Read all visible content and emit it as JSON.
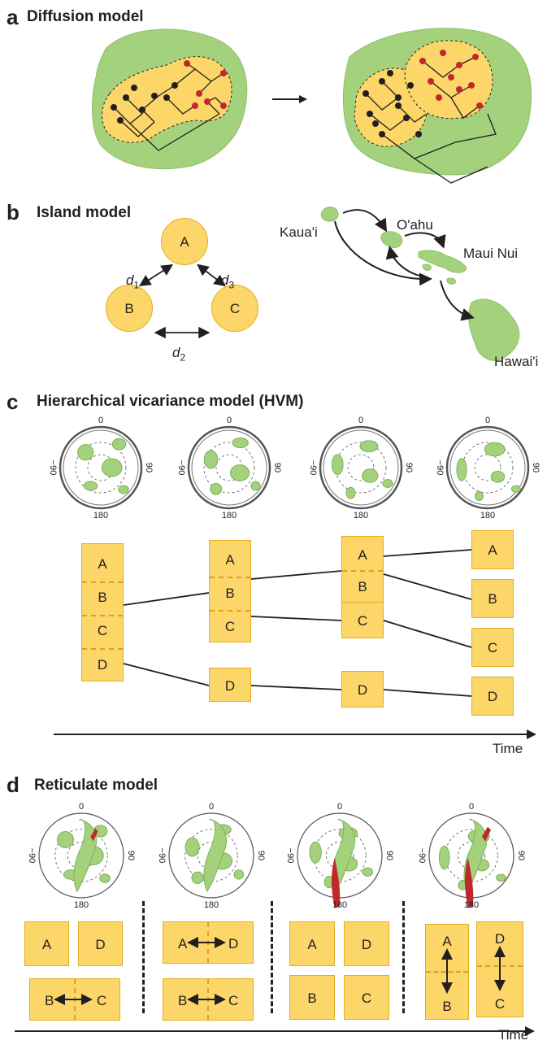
{
  "panel_a": {
    "letter": "a",
    "title": "Diffusion model"
  },
  "panel_b": {
    "letter": "b",
    "title": "Island model",
    "nodes": [
      "A",
      "B",
      "C"
    ],
    "distances": {
      "d1": {
        "base": "d",
        "sub": "1"
      },
      "d2": {
        "base": "d",
        "sub": "2"
      },
      "d3": {
        "base": "d",
        "sub": "3"
      }
    },
    "islands": [
      "Kaua'i",
      "O'ahu",
      "Maui Nui",
      "Hawai'i"
    ]
  },
  "panel_c": {
    "letter": "c",
    "title": "Hierarchical vicariance model (HVM)",
    "globe_labels": {
      "top": "0",
      "left": "−90",
      "right": "90",
      "bottom": "180"
    },
    "columns": [
      {
        "boxes": [
          [
            "A",
            "B",
            "C",
            "D"
          ]
        ]
      },
      {
        "boxes": [
          [
            "A",
            "B",
            "C"
          ],
          [
            "D"
          ]
        ]
      },
      {
        "boxes": [
          [
            "A",
            "B"
          ],
          [
            "C"
          ],
          [
            "D"
          ]
        ]
      },
      {
        "boxes": [
          [
            "A"
          ],
          [
            "B"
          ],
          [
            "C"
          ],
          [
            "D"
          ]
        ]
      }
    ],
    "time_label": "Time"
  },
  "panel_d": {
    "letter": "d",
    "title": "Reticulate model",
    "globe_labels": {
      "top": "0",
      "left": "−90",
      "right": "90",
      "bottom": "180"
    },
    "stages": [
      {
        "top": [
          "A",
          "D"
        ],
        "bottom": [
          "B",
          "C"
        ]
      },
      {
        "top": [
          "A",
          "D"
        ],
        "bottom": [
          "B",
          "C"
        ]
      },
      {
        "top": [
          "A",
          "D"
        ],
        "bottom": [
          "B",
          "C"
        ]
      },
      {
        "left": [
          "A",
          "B"
        ],
        "right": [
          "D",
          "C"
        ]
      }
    ],
    "time_label": "Time"
  },
  "colors": {
    "land": "#a3d17c",
    "box_fill": "#fcd669",
    "box_border": "#e6ad1e",
    "dash": "#d9a21b",
    "red": "#c0282d",
    "ink": "#231f20"
  }
}
